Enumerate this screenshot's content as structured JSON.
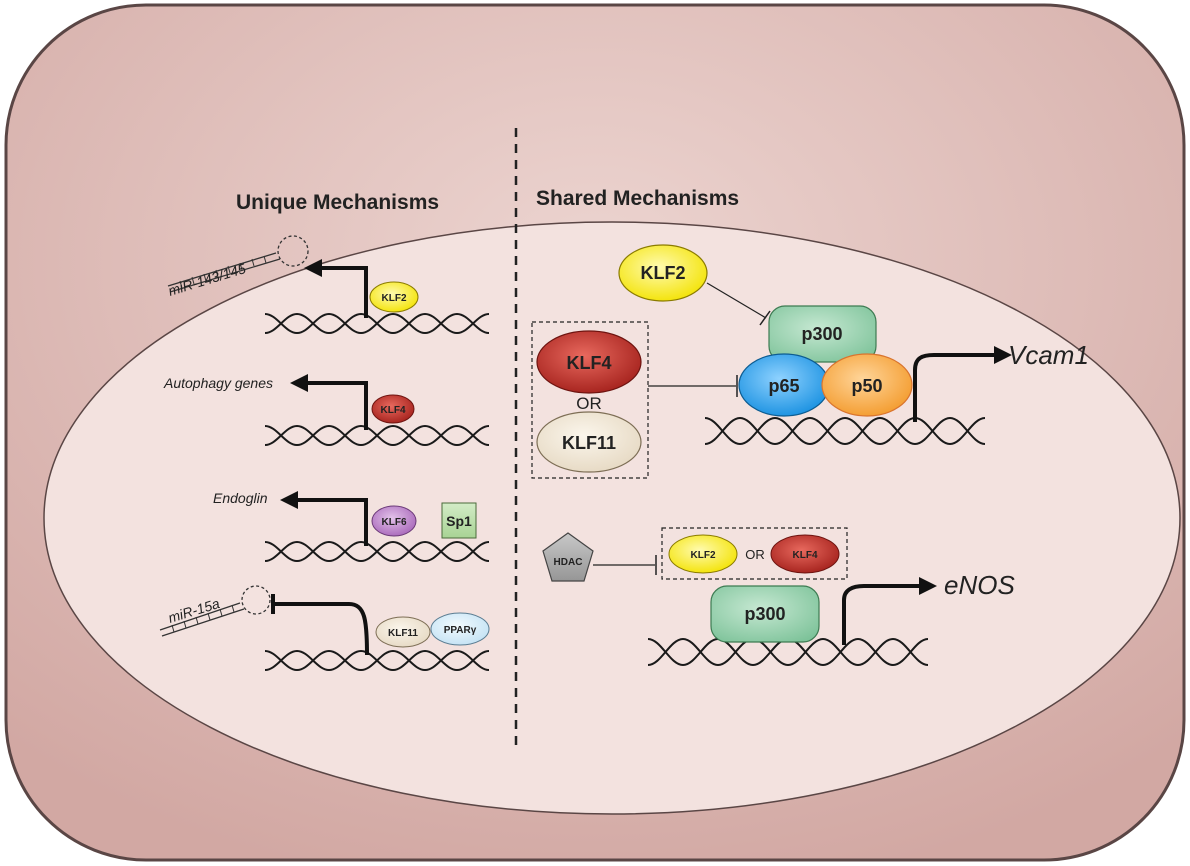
{
  "headers": {
    "unique": "Unique Mechanisms",
    "shared": "Shared Mechanisms"
  },
  "unique": [
    {
      "gene": "miR-143/145",
      "factors": [
        "KLF2"
      ],
      "effect": "activation"
    },
    {
      "gene": "Autophagy genes",
      "factors": [
        "KLF4"
      ],
      "effect": "activation"
    },
    {
      "gene": "Endoglin",
      "factors": [
        "KLF6",
        "Sp1"
      ],
      "effect": "activation"
    },
    {
      "gene": "miR-15a",
      "factors": [
        "KLF11",
        "PPARγ"
      ],
      "effect": "repression"
    }
  ],
  "shared_vcam": {
    "gene": "Vcam1",
    "klf2": "KLF2",
    "klf4": "KLF4",
    "or": "OR",
    "klf11": "KLF11",
    "p300": "p300",
    "p65": "p65",
    "p50": "p50"
  },
  "shared_enos": {
    "gene": "eNOS",
    "hdac": "HDAC",
    "klf2": "KLF2",
    "or": "OR",
    "klf4": "KLF4",
    "p300": "p300"
  },
  "colors": {
    "cell_fill": "#d8b3ae",
    "nucleus_fill": "#f4e4e1",
    "klf2": "#fff200",
    "klf4": "#b8251f",
    "klf6": "#b36fc2",
    "klf11": "#efe4d2",
    "sp1": "#b9dda8",
    "ppar": "#d6ecf8",
    "p300": "#8fcda5",
    "p65": "#1f9ee8",
    "p50": "#f7a437",
    "hdac": "#a8a8a8"
  }
}
